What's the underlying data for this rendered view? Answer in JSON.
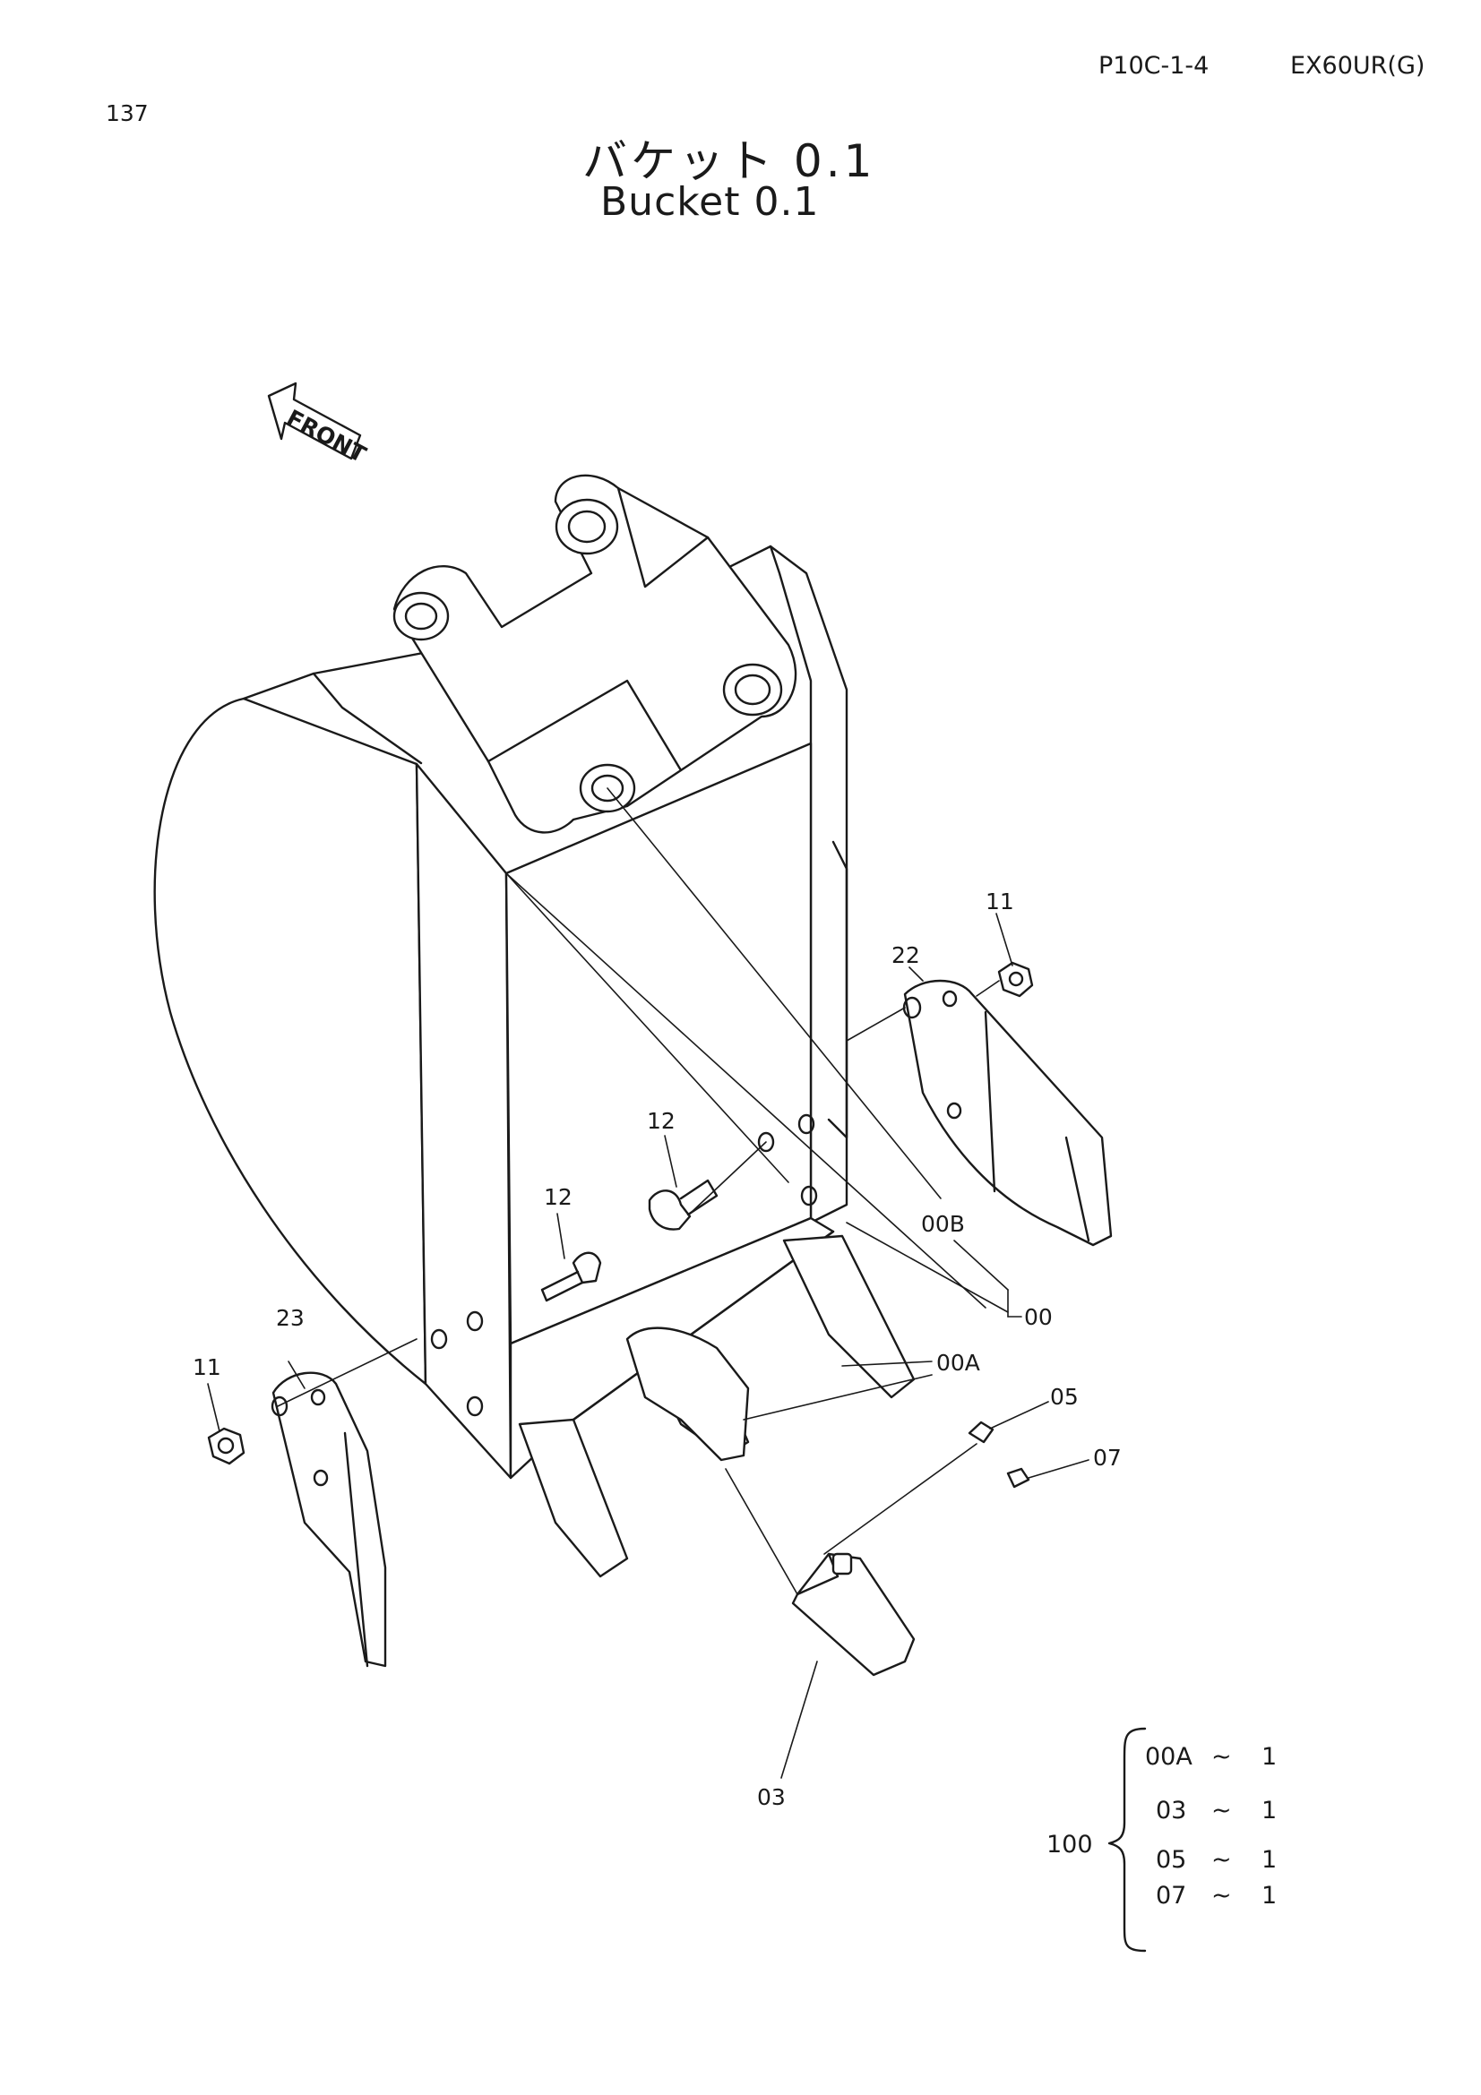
{
  "header": {
    "page_code": "P10C-1-4",
    "model": "EX60UR(G)",
    "page_number": "137"
  },
  "title": {
    "japanese": "バケット 0.1",
    "english": "Bucket 0.1"
  },
  "diagram": {
    "front_arrow_label": "FRONT",
    "callouts": {
      "c11_right": "11",
      "c22": "22",
      "c12_upper": "12",
      "c12_lower": "12",
      "c00B": "00B",
      "c00": "00",
      "c00A": "00A",
      "c23": "23",
      "c11_left": "11",
      "c05": "05",
      "c07": "07",
      "c03": "03"
    }
  },
  "assembly_table": {
    "parent": "100",
    "rows": [
      {
        "part": "00A",
        "qty": "1"
      },
      {
        "part": "03",
        "qty": "1"
      },
      {
        "part": "05",
        "qty": "1"
      },
      {
        "part": "07",
        "qty": "1"
      }
    ],
    "tilde": "~"
  }
}
